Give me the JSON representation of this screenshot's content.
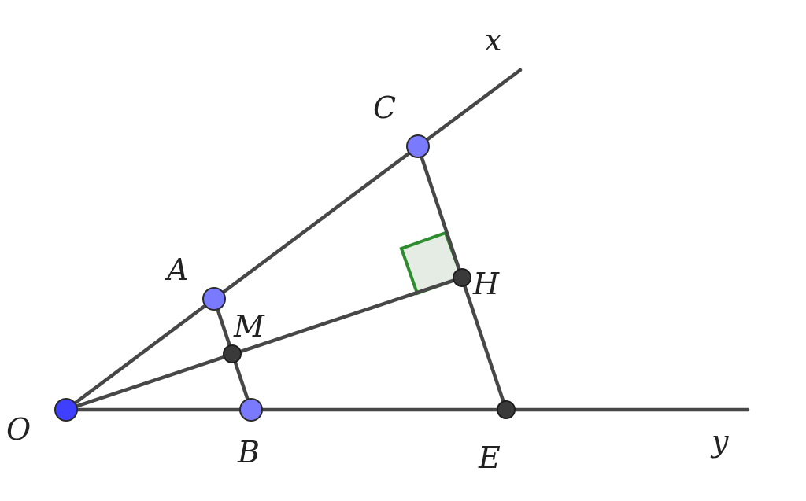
{
  "diagram": {
    "labels": {
      "x": "x",
      "y": "y",
      "O": "O",
      "A": "A",
      "B": "B",
      "C": "C",
      "E": "E",
      "M": "M",
      "H": "H"
    },
    "colors": {
      "segment": "#474747",
      "free_point": "#7a7aff",
      "origin_point": "#3f3fff",
      "dependent_point": "#3a3a3a",
      "right_angle_stroke": "#2e8b2e",
      "right_angle_fill": "#e4ece4"
    }
  }
}
